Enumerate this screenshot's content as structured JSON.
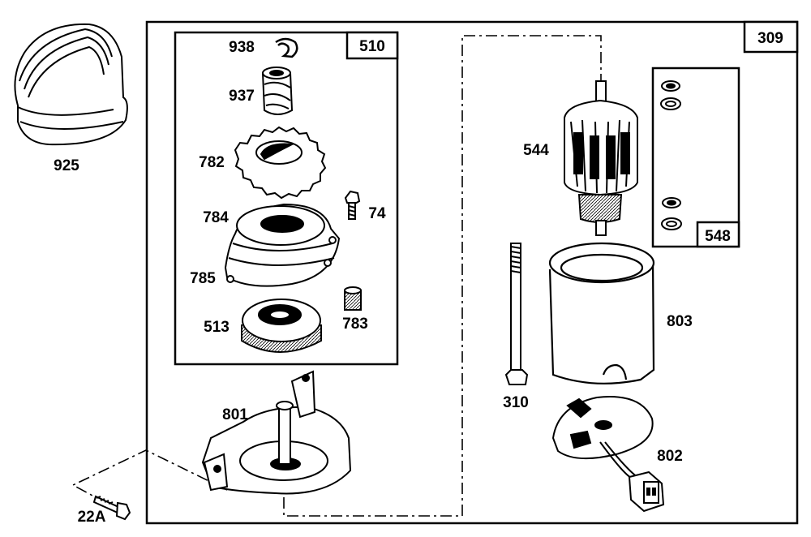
{
  "diagram": {
    "assembly_box": "309",
    "gear_kit_box": "510",
    "washer_kit_box": "548",
    "parts": {
      "p925": "925",
      "p938": "938",
      "p937": "937",
      "p782": "782",
      "p784": "784",
      "p74": "74",
      "p785": "785",
      "p513": "513",
      "p783": "783",
      "p801": "801",
      "p22a": "22A",
      "p544": "544",
      "p803": "803",
      "p310": "310",
      "p802": "802"
    }
  }
}
